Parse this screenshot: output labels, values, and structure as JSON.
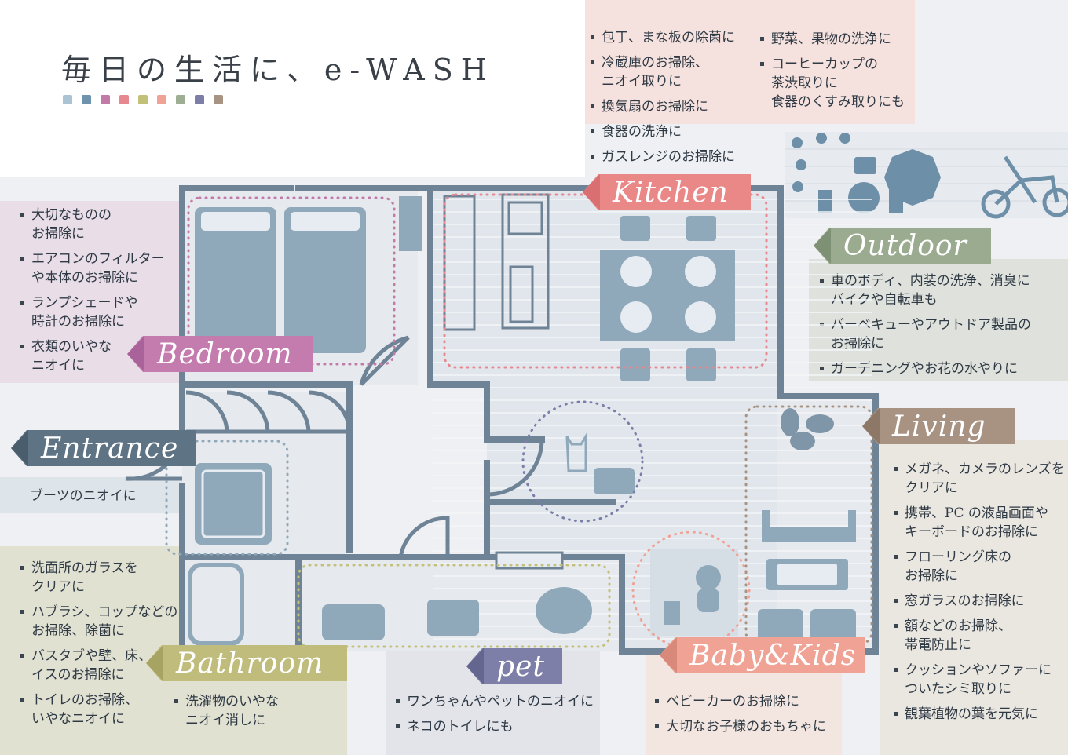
{
  "title": "毎日の生活に、e-WASH",
  "palette": [
    "#aac4d3",
    "#6d93ad",
    "#c27aa8",
    "#e7878f",
    "#c3c07a",
    "#f0a395",
    "#9dae92",
    "#7c7ea8",
    "#a89382"
  ],
  "kitchen": {
    "label": "Kitchen",
    "items_left": [
      "包丁、まな板の除菌に",
      "冷蔵庫のお掃除、\nニオイ取りに",
      "換気扇のお掃除に",
      "食器の洗浄に",
      "ガスレンジのお掃除に"
    ],
    "items_right": [
      "野菜、果物の洗浄に",
      "コーヒーカップの\n茶渋取りに\n食器のくすみ取りにも"
    ]
  },
  "bedroom": {
    "label": "Bedroom",
    "items": [
      "大切なものの\nお掃除に",
      "エアコンのフィルター\nや本体のお掃除に",
      "ランプシェードや\n時計のお掃除に",
      "衣類のいやな\nニオイに"
    ]
  },
  "entrance": {
    "label": "Entrance",
    "items": [
      "ブーツのニオイに"
    ]
  },
  "bathroom": {
    "label": "Bathroom",
    "items_left": [
      "洗面所のガラスを\nクリアに",
      "ハブラシ、コップなどの\nお掃除、除菌に",
      "バスタブや壁、床、\nイスのお掃除に",
      "トイレのお掃除、\nいやなニオイに"
    ],
    "items_right": [
      "洗濯物のいやな\nニオイ消しに"
    ]
  },
  "pet": {
    "label": "pet",
    "items": [
      "ワンちゃんやペットのニオイに",
      "ネコのトイレにも"
    ]
  },
  "baby": {
    "label": "Baby&Kids",
    "items": [
      "ベビーカーのお掃除に",
      "大切なお子様のおもちゃに"
    ]
  },
  "outdoor": {
    "label": "Outdoor",
    "items": [
      "車のボディ、内装の洗浄、消臭に\nバイクや自転車も",
      "バーベキューやアウトドア製品の\nお掃除に",
      "ガーデニングやお花の水やりに"
    ]
  },
  "living": {
    "label": "Living",
    "items": [
      "メガネ、カメラのレンズを\nクリアに",
      "携帯、PC の液晶画面や\nキーボードのお掃除に",
      "フローリング床の\nお掃除に",
      "窓ガラスのお掃除に",
      "額などのお掃除、\n帯電防止に",
      "クッションやソファーに\nついたシミ取りに",
      "観葉植物の葉を元気に"
    ]
  },
  "colors": {
    "wall": "#6e8496",
    "furniture": "#8fa9bb",
    "floor": "#dfe4ea"
  }
}
